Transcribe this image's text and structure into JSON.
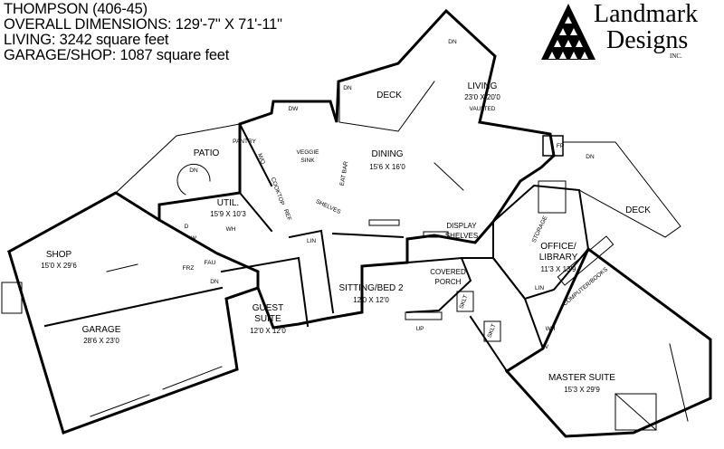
{
  "header": {
    "line1": "THOMPSON (406-45)",
    "line2": "OVERALL DIMENSIONS: 129'-7\" X 71'-11\"",
    "line3": "LIVING: 3242 square feet",
    "line4": "GARAGE/SHOP: 1087 square feet"
  },
  "logo": {
    "word1": "Landmark",
    "word2": "Designs",
    "suffix": "INC."
  },
  "rooms": {
    "shop": {
      "name": "SHOP",
      "dim": "15'0 X 29'6"
    },
    "garage": {
      "name": "GARAGE",
      "dim": "28'6 X 23'0"
    },
    "patio": {
      "name": "PATIO"
    },
    "util": {
      "name": "UTIL.",
      "dim": "15'9 X 10'3"
    },
    "guest": {
      "name1": "GUEST",
      "name2": "SUITE",
      "dim": "12'0 X 12'0"
    },
    "sitting": {
      "name": "SITTING/BED 2",
      "dim": "12'0 X 12'0"
    },
    "dining": {
      "name": "DINING",
      "dim": "15'6 X 16'0"
    },
    "deck_top": {
      "name": "DECK"
    },
    "living": {
      "name": "LIVING",
      "dim": "23'0 X 20'0",
      "note": "VAULTED"
    },
    "deck_right": {
      "name": "DECK"
    },
    "office": {
      "name1": "OFFICE/",
      "name2": "LIBRARY",
      "dim": "11'3 X 13'9"
    },
    "master": {
      "name": "MASTER SUITE",
      "dim": "15'3 X 29'9"
    },
    "porch": {
      "name1": "COVERED",
      "name2": "PORCH"
    },
    "display": {
      "name1": "DISPLAY",
      "name2": "SHELVES"
    }
  },
  "labels": {
    "dn": "DN",
    "up": "UP",
    "wh": "WH",
    "lin": "LIN",
    "dw": "DW",
    "fp": "FP",
    "tv": "TV",
    "frz": "FRZ",
    "fau": "FAU",
    "d": "D",
    "w": "W",
    "pantry": "PANTRY",
    "veggie": "VEGGIE",
    "sink": "SINK",
    "eat_bar": "EAT BAR",
    "shelves": "SHELVES",
    "cooktop": "COOKTOP",
    "mw": "M/O",
    "ref": "REF",
    "storage": "STORAGE",
    "computer_books": "COMPUTER/BOOKS",
    "sklt": "SKLT"
  }
}
